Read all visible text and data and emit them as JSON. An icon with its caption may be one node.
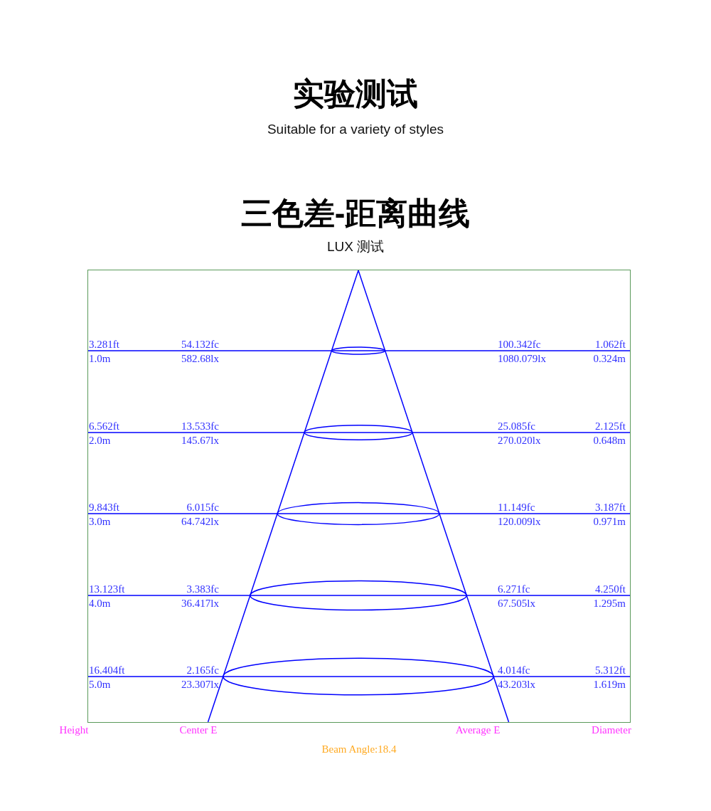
{
  "diagram": {
    "title": "实验测试",
    "labels": [
      "Suitable for a variety of styles",
      "三色差-距离曲线",
      "LUX 测试",
      "3.281ft",
      "54.132fc",
      "100.342fc",
      "1.062ft",
      "1.0m",
      "582.68lx",
      "1080.079lx",
      "0.324m",
      "6.562ft",
      "13.533fc",
      "25.085fc",
      "2.125ft",
      "2.0m",
      "145.67lx",
      "270.020lx",
      "0.648m",
      "9.843ft",
      "6.015fc",
      "11.149fc",
      "3.187ft",
      "3.0m",
      "64.742lx",
      "120.009lx",
      "0.971m",
      "13.123ft",
      "3.383fc",
      "6.271fc",
      "4.250ft",
      "4.0m",
      "36.417lx",
      "67.505lx",
      "1.295m",
      "16.404ft",
      "2.165fc",
      "4.014fc",
      "5.312ft",
      "5.0m",
      "23.307lx",
      "43.203lx",
      "1.619m",
      "Height",
      "Center E",
      "Average E",
      "Diameter",
      "Beam Angle:18.4"
    ]
  }
}
